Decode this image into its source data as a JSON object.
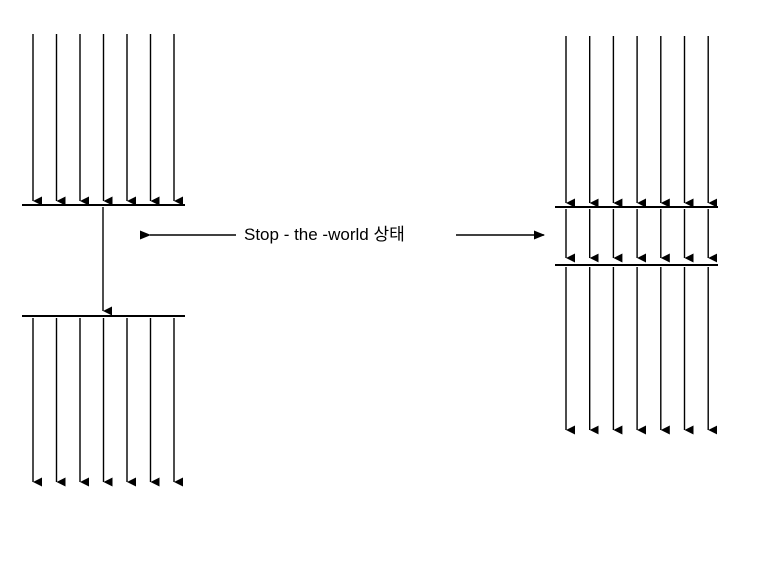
{
  "diagram": {
    "label": "Stop - the -world 상태",
    "line_color": "#000000",
    "background": "#ffffff",
    "left_panel": {
      "threads_before": 7,
      "single_gc_thread": 1,
      "threads_after": 7
    },
    "right_panel": {
      "threads_before": 7,
      "parallel_gc_threads": 7,
      "threads_after": 7
    }
  }
}
